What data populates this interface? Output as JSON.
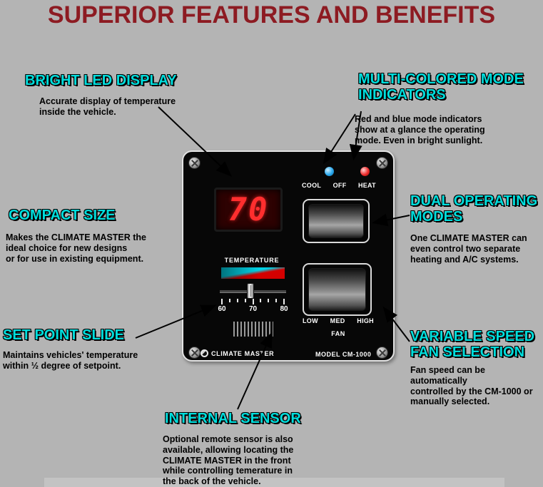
{
  "title": "SUPERIOR FEATURES AND BENEFITS",
  "colors": {
    "background": "#b4b4b4",
    "title_red": "#8d1b22",
    "callout_cyan": "#00dedd",
    "panel_black": "#070707",
    "led_red": "#ff2e2e",
    "cool_indicator_blue": "#2aa9ee",
    "heat_indicator_red": "#ee2c2c",
    "temp_wedge_cool": "#00d2e6",
    "temp_wedge_heat": "#d40000"
  },
  "callouts": {
    "bright_led_display": {
      "heading": "BRIGHT LED DISPLAY",
      "body": "Accurate display of temperature\ninside the vehicle."
    },
    "mode_indicators": {
      "heading": "MULTI-COLORED MODE\nINDICATORS",
      "body": "Red and blue mode indicators\nshow at a glance the operating\nmode.  Even in bright sunlight."
    },
    "compact_size": {
      "heading": "COMPACT SIZE",
      "body": "Makes the CLIMATE MASTER the\nideal choice for new designs\nor for use in existing equipment."
    },
    "dual_operating_modes": {
      "heading": "DUAL OPERATING\nMODES",
      "body": "One CLIMATE MASTER can\neven control two separate\nheating and A/C systems."
    },
    "set_point_slide": {
      "heading": "SET POINT SLIDE",
      "body": "Maintains vehicles' temperature\nwithin ½ degree of setpoint."
    },
    "variable_speed_fan": {
      "heading": "VARIABLE SPEED\nFAN SELECTION",
      "body": "Fan speed can be automatically\ncontrolled by the CM-1000 or\nmanually selected."
    },
    "internal_sensor": {
      "heading": "INTERNAL SENSOR",
      "body": "Optional remote sensor is also\navailable, allowing locating the\nCLIMATE MASTER in the front\nwhile controlling temerature in\nthe back of the vehicle."
    }
  },
  "panel": {
    "display_value": "70",
    "mode_labels": [
      "COOL",
      "OFF",
      "HEAT"
    ],
    "temperature_label": "TEMPERATURE",
    "scale_labels": [
      "60",
      "70",
      "80"
    ],
    "fan_speed_labels": [
      "LOW",
      "MED",
      "HIGH"
    ],
    "fan_label": "FAN",
    "brand": "CLIMATE MASTER",
    "model": "MODEL CM-1000"
  }
}
